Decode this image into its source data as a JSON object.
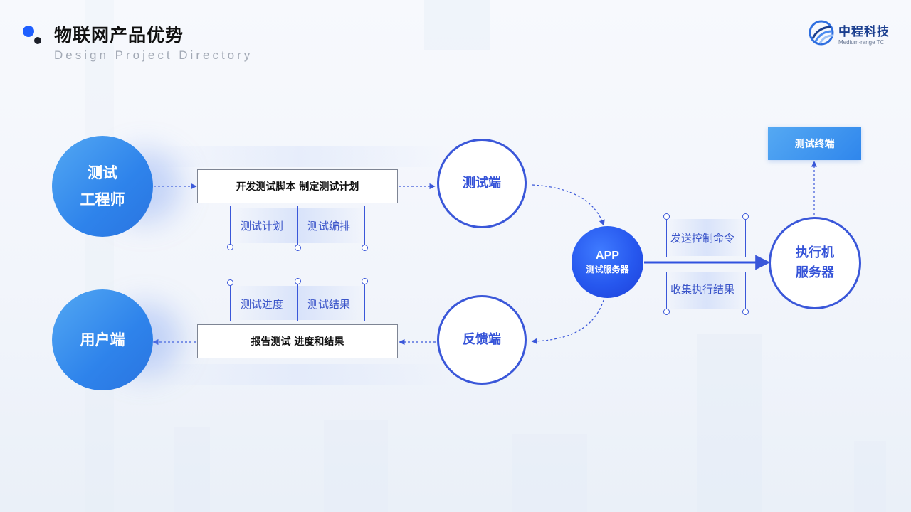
{
  "header": {
    "title": "物联网产品优势",
    "subtitle": "Design Project Directory"
  },
  "logo": {
    "name": "中程科技",
    "tagline": "Medium-range TC",
    "icon": "wing-arc-logo-icon"
  },
  "colors": {
    "accent_blue": "#3a57d9",
    "brand_blue": "#1f5fff",
    "gradient_light": "#53a8f3",
    "gradient_dark": "#2a74e0"
  },
  "nodes": {
    "test_engineer": {
      "line1": "测试",
      "line2": "工程师"
    },
    "user_client": {
      "label": "用户端"
    },
    "test_client": {
      "label": "测试端"
    },
    "feedback_client": {
      "label": "反馈端"
    },
    "app_server": {
      "line1": "APP",
      "line2": "测试服务器"
    },
    "exec_server": {
      "line1": "执行机",
      "line2": "服务器"
    },
    "test_terminal": {
      "label": "测试终端"
    }
  },
  "boxes": {
    "develop": "开发测试脚本  制定测试计划",
    "report": "报告测试  进度和结果"
  },
  "labels": {
    "test_plan": "测试计划",
    "test_schedule": "测试编排",
    "test_progress": "测试进度",
    "test_result": "测试结果",
    "send_control": "发送控制命令",
    "collect_result": "收集执行结果"
  }
}
